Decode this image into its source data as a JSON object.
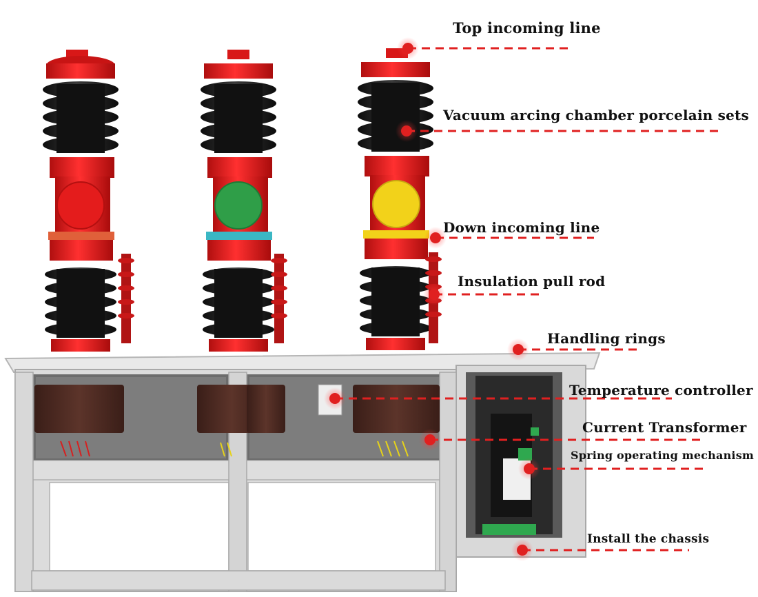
{
  "labels": {
    "top_incoming_line": "Top incoming line",
    "vacuum_chamber": "Vacuum arcing chamber porcelain sets",
    "down_incoming_line": "Down incoming line",
    "insulation_pull_rod": "Insulation pull rod",
    "handling_rings": "Handling rings",
    "temperature_controller": "Temperature controller",
    "current_transformer": "Current Transformer",
    "spring_mechanism": "Spring operating mechanism",
    "install_chassis": "Install the chassis"
  },
  "colors": {
    "accent_red": "#e02020",
    "pole_red": "#d81818",
    "insulator_black": "#1a1a1a",
    "indicator_left": "#d81818",
    "indicator_middle": "#2f9e48",
    "indicator_right": "#f2d21a",
    "frame_gray": "#dedede",
    "transformer_brown": "#4a2a22"
  }
}
